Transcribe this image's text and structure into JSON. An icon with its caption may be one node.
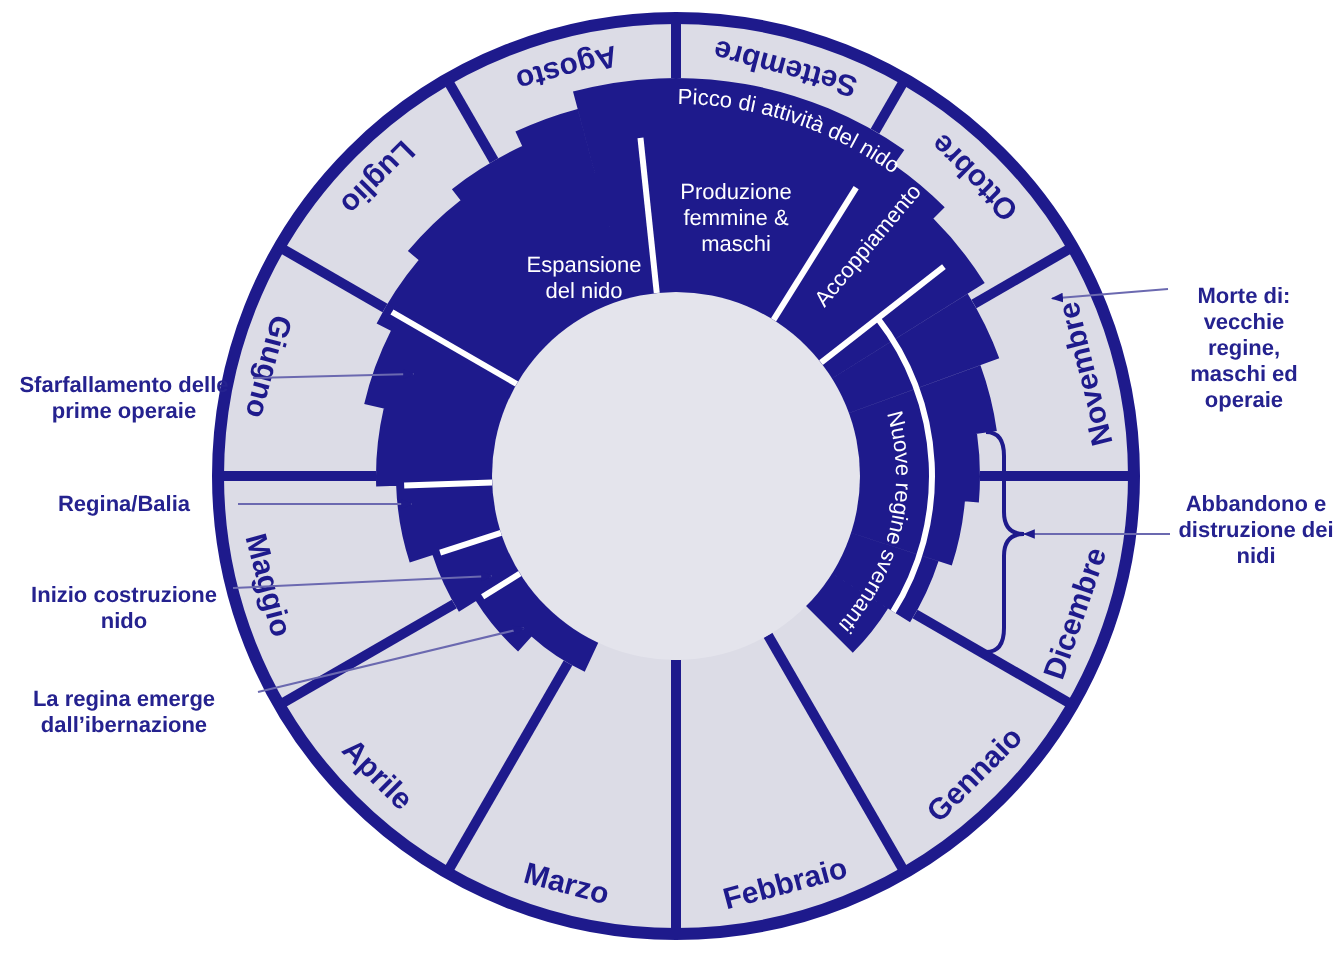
{
  "diagram": {
    "nodes": [
      {
        "text": [
          "Sfarfallamento delle prime operaie"
        ]
      },
      {
        "text": [
          "Regina/Balia"
        ]
      },
      {
        "text": [
          "Inizio costruzione nido"
        ]
      },
      {
        "text": [
          "La regina emerge dall’ibernazione"
        ]
      },
      {
        "text": [
          "Morte di: vecchie regine, maschi ed operaie"
        ]
      },
      {
        "text": [
          "Abbandono e distruzione dei nidi"
        ]
      },
      {
        "text": [
          "Gennaio"
        ]
      },
      {
        "text": [
          "Febbraio"
        ]
      },
      {
        "text": [
          "Marzo"
        ]
      },
      {
        "text": [
          "Aprile"
        ]
      },
      {
        "text": [
          "Maggio"
        ]
      },
      {
        "text": [
          "Giugno"
        ]
      },
      {
        "text": [
          "Luglio"
        ]
      },
      {
        "text": [
          "Agosto"
        ]
      },
      {
        "text": [
          "Settembre"
        ]
      },
      {
        "text": [
          "Ottobre"
        ]
      },
      {
        "text": [
          "Novembre"
        ]
      },
      {
        "text": [
          "Dicembre"
        ]
      },
      {
        "text": [
          "Picco di attività del nido"
        ]
      },
      {
        "text": [
          "Espansione del nido"
        ]
      },
      {
        "text": [
          "Produzione femmine & maschi"
        ]
      },
      {
        "text": [
          "Accoppiamento"
        ]
      },
      {
        "text": [
          "Nuove regine svernanti"
        ]
      },
      {
        "text": [],
        "shape": "brace"
      }
    ],
    "edges": [
      {
        "from": 0,
        "to": null,
        "arrow": "to"
      },
      {
        "from": 1,
        "to": null,
        "arrow": "to"
      },
      {
        "from": 2,
        "to": null,
        "arrow": "to"
      },
      {
        "from": 3,
        "to": null,
        "arrow": "to"
      },
      {
        "from": 4,
        "to": 16,
        "arrow": "to"
      },
      {
        "from": 5,
        "to": 23,
        "arrow": "to"
      }
    ]
  }
}
